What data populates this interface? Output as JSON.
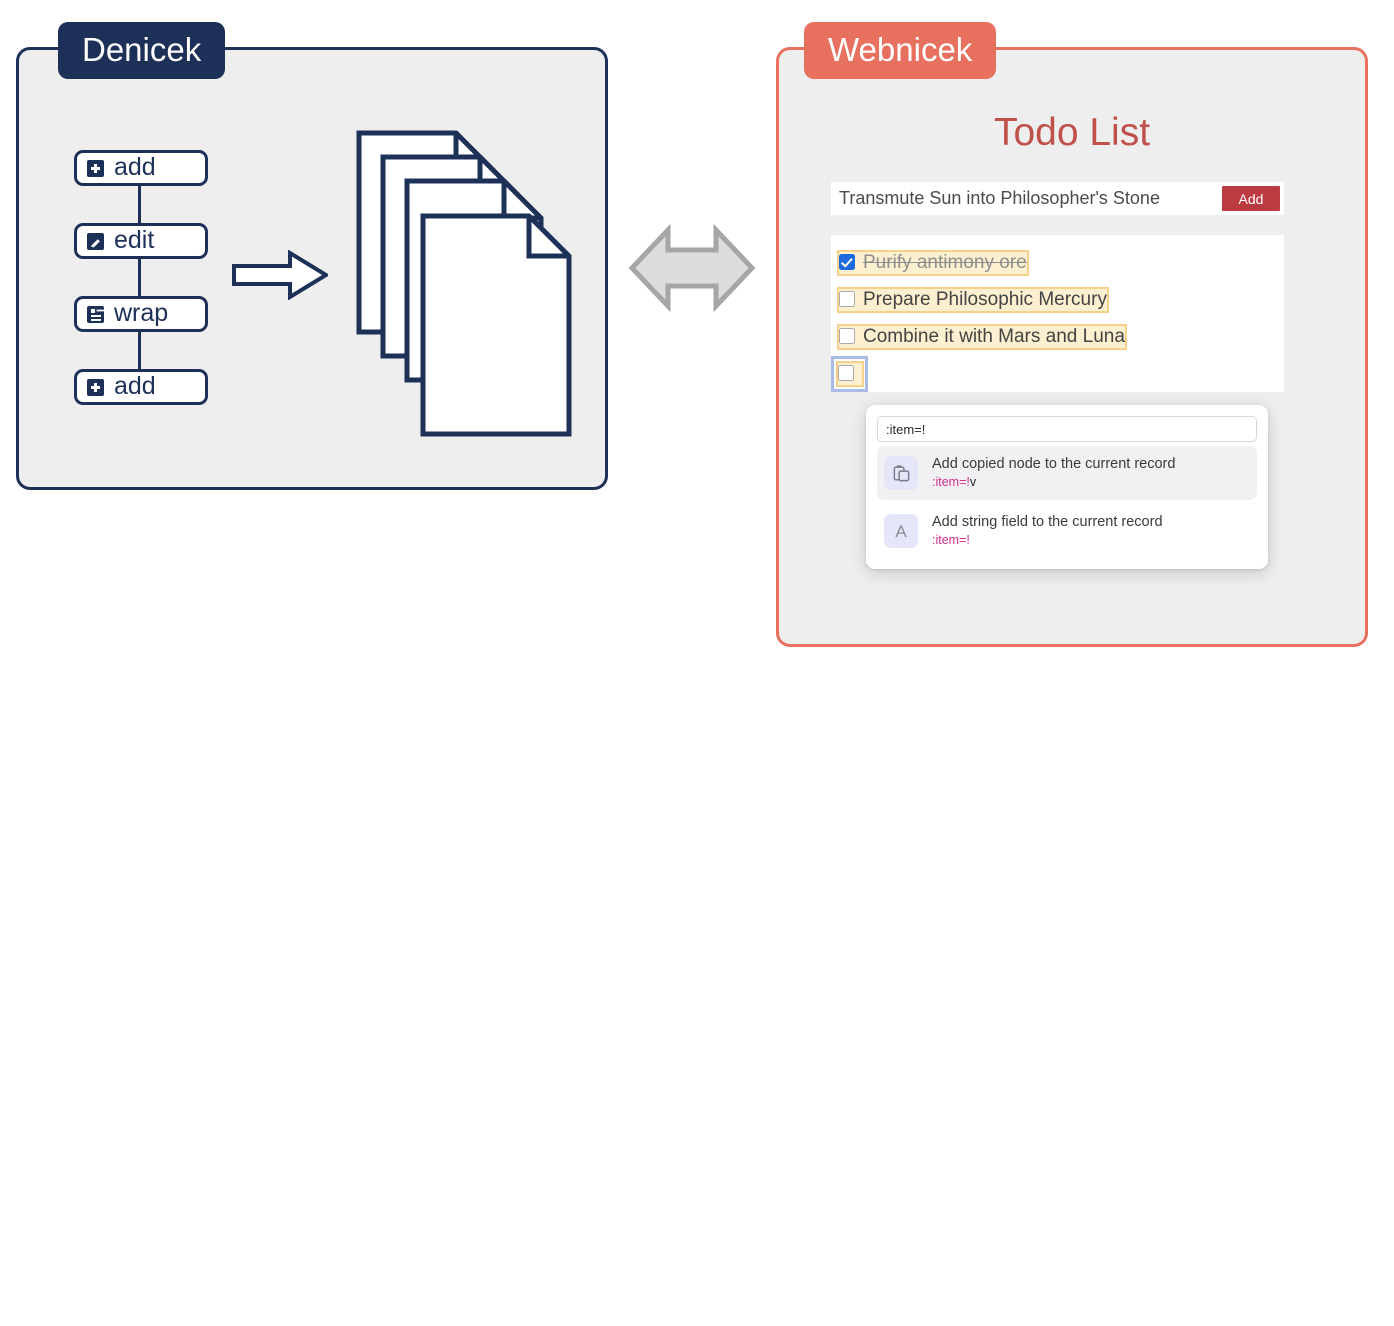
{
  "panels": {
    "left": {
      "tab_label": "Denicek",
      "accent": "#1d3058",
      "nodes": [
        {
          "label": "add",
          "icon": "plus-square-icon"
        },
        {
          "label": "edit",
          "icon": "pencil-square-icon"
        },
        {
          "label": "wrap",
          "icon": "list-square-icon"
        },
        {
          "label": "add",
          "icon": "plus-square-icon"
        }
      ],
      "transform_arrow_icon": "right-arrow-icon",
      "document_stack_icon": "document-stack-icon",
      "document_count": 4
    },
    "right": {
      "tab_label": "Webnicek",
      "accent": "#e8705f",
      "app": {
        "title": "Todo List",
        "title_color": "#c0504a",
        "add_row": {
          "input_value": "Transmute Sun into Philosopher's Stone",
          "input_placeholder": "",
          "button_label": "Add",
          "button_color": "#bc3b41"
        },
        "todos": [
          {
            "text": "Purify antimony ore",
            "checked": true,
            "highlighted": true,
            "selected": false
          },
          {
            "text": "Prepare Philosophic Mercury",
            "checked": false,
            "highlighted": true,
            "selected": false
          },
          {
            "text": "Combine it with Mars and Luna",
            "checked": false,
            "highlighted": true,
            "selected": false
          },
          {
            "text": "",
            "checked": false,
            "highlighted": true,
            "selected": true
          }
        ],
        "highlight_fill": "#fdf0d0",
        "highlight_border": "#f7d08a",
        "selection_border": "#aabbe8"
      },
      "command_palette": {
        "query": ":item=!",
        "query_placeholder": "",
        "options": [
          {
            "icon": "clipboard-paste-icon",
            "title": "Add copied node to the current record",
            "code_pink": ":item=!",
            "code_tail": "v",
            "active": true
          },
          {
            "icon": "letter-a-icon",
            "title": "Add string field to the current record",
            "code_pink": ":item=!",
            "code_tail": "",
            "active": false
          }
        ],
        "code_color": "#cf2f8e"
      }
    }
  },
  "center": {
    "exchange_icon": "bidirectional-arrow-icon"
  }
}
